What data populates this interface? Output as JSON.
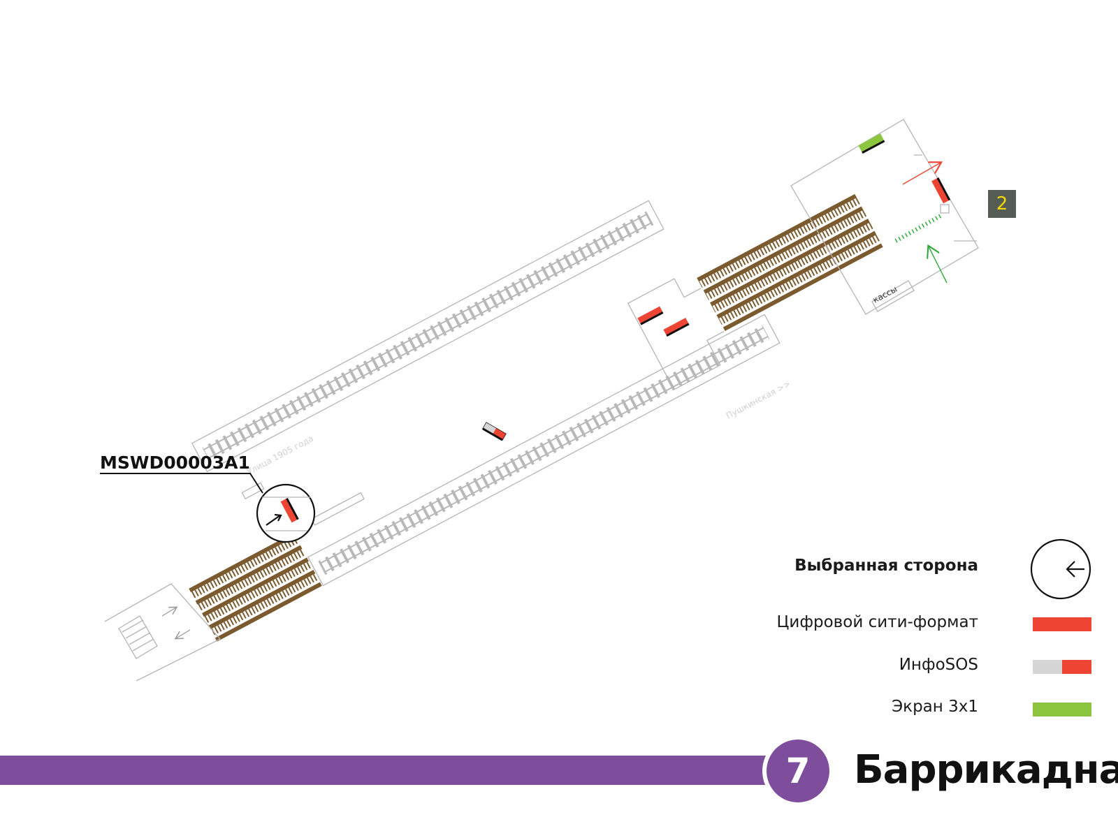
{
  "station": {
    "name": "Баррикадная",
    "line_number": "7",
    "line_color": "#7e4e9d"
  },
  "device": {
    "code": "MSWD00003A1"
  },
  "exit": {
    "number": "2"
  },
  "map_labels": {
    "street": "Улица 1905 года",
    "transfer": "Пушкинская >>",
    "tickets": "кассы"
  },
  "legend": {
    "selected_side": "Выбранная сторона",
    "items": [
      {
        "label": "Цифровой сити-формат",
        "color": "#ee4433"
      },
      {
        "label": "ИнфоSOS",
        "color": "#ee4433",
        "secondary_color": "#d6d6d6"
      },
      {
        "label": "Экран 3х1",
        "color": "#8cc63f"
      }
    ]
  },
  "colors": {
    "escalator": "#7a5a2e",
    "rail": "#b8b8b8",
    "arrow_red": "#ee4433",
    "arrow_green": "#2eaa3c"
  }
}
